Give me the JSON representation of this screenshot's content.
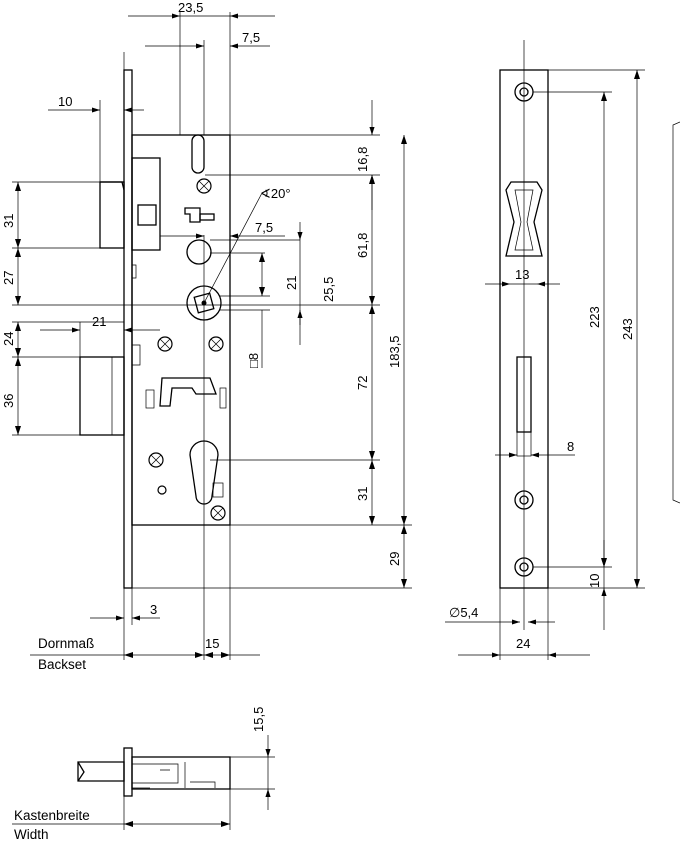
{
  "diagram": {
    "dimensions": {
      "d23_5": "23,5",
      "d7_5_top": "7,5",
      "d10": "10",
      "d16_8": "16,8",
      "angle20": "∢20°",
      "d31_left": "31",
      "d7_5_mid": "7,5",
      "d61_8": "61,8",
      "d27": "27",
      "d21_right": "21",
      "d25_5": "25,5",
      "d24_left": "24",
      "d21_latch": "21",
      "sq8": "□8",
      "d36": "36",
      "d72": "72",
      "d183_5": "183,5",
      "d31_right": "31",
      "d29": "29",
      "d3": "3",
      "d15": "15",
      "d13": "13",
      "d223": "223",
      "d243": "243",
      "d8": "8",
      "d10_plate": "10",
      "dia5_4": "∅5,4",
      "d24_plate": "24",
      "d15_5": "15,5"
    },
    "labels": {
      "backset_de": "Dornmaß",
      "backset_en": "Backset",
      "width_de": "Kastenbreite",
      "width_en": "Width"
    }
  }
}
